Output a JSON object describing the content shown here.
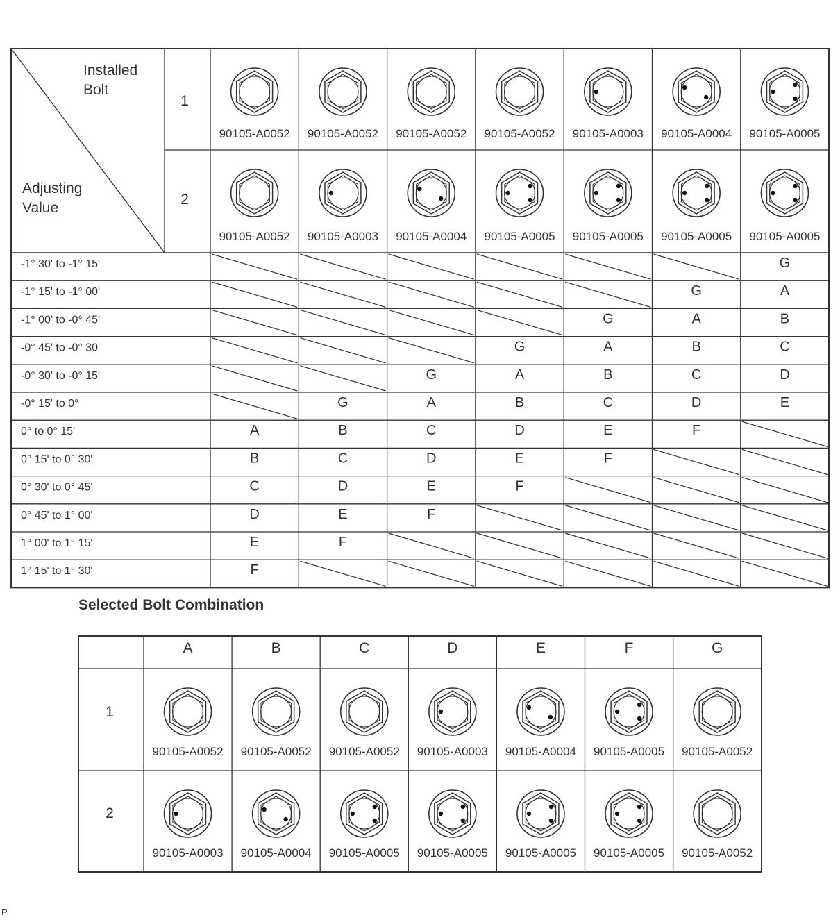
{
  "title": "Selected Bolt Combination",
  "corner": {
    "top": [
      "Installed",
      "Bolt"
    ],
    "bottom": [
      "Adjusting",
      "Value"
    ]
  },
  "row_numbers": [
    "1",
    "2"
  ],
  "installed_bolts": {
    "row1": [
      {
        "part": "90105-A0052",
        "dots": 0
      },
      {
        "part": "90105-A0052",
        "dots": 0
      },
      {
        "part": "90105-A0052",
        "dots": 0
      },
      {
        "part": "90105-A0052",
        "dots": 0
      },
      {
        "part": "90105-A0003",
        "dots": 1
      },
      {
        "part": "90105-A0004",
        "dots": 2
      },
      {
        "part": "90105-A0005",
        "dots": 3
      }
    ],
    "row2": [
      {
        "part": "90105-A0052",
        "dots": 0
      },
      {
        "part": "90105-A0003",
        "dots": 1
      },
      {
        "part": "90105-A0004",
        "dots": 2
      },
      {
        "part": "90105-A0005",
        "dots": 3
      },
      {
        "part": "90105-A0005",
        "dots": 3
      },
      {
        "part": "90105-A0005",
        "dots": 3
      },
      {
        "part": "90105-A0005",
        "dots": 3
      }
    ]
  },
  "adjusting_values": [
    {
      "label": "-1°  30' to -1°  15'",
      "cells": [
        "",
        "",
        "",
        "",
        "",
        "",
        "G"
      ]
    },
    {
      "label": "-1°  15' to -1°  00'",
      "cells": [
        "",
        "",
        "",
        "",
        "",
        "G",
        "A"
      ]
    },
    {
      "label": "-1°  00' to -0°  45'",
      "cells": [
        "",
        "",
        "",
        "",
        "G",
        "A",
        "B"
      ]
    },
    {
      "label": "-0°  45' to -0°  30'",
      "cells": [
        "",
        "",
        "",
        "G",
        "A",
        "B",
        "C"
      ]
    },
    {
      "label": "-0°  30' to -0°  15'",
      "cells": [
        "",
        "",
        "G",
        "A",
        "B",
        "C",
        "D"
      ]
    },
    {
      "label": "-0°  15' to 0°",
      "cells": [
        "",
        "G",
        "A",
        "B",
        "C",
        "D",
        "E"
      ]
    },
    {
      "label": "0°  to 0°  15'",
      "cells": [
        "A",
        "B",
        "C",
        "D",
        "E",
        "F",
        ""
      ]
    },
    {
      "label": "0°  15' to 0°  30'",
      "cells": [
        "B",
        "C",
        "D",
        "E",
        "F",
        "",
        ""
      ]
    },
    {
      "label": "0°  30' to 0°  45'",
      "cells": [
        "C",
        "D",
        "E",
        "F",
        "",
        "",
        ""
      ]
    },
    {
      "label": "0°  45' to 1°  00'",
      "cells": [
        "D",
        "E",
        "F",
        "",
        "",
        "",
        ""
      ]
    },
    {
      "label": "1°  00' to 1°  15'",
      "cells": [
        "E",
        "F",
        "",
        "",
        "",
        "",
        ""
      ]
    },
    {
      "label": "1°  15' to 1°  30'",
      "cells": [
        "F",
        "",
        "",
        "",
        "",
        "",
        ""
      ]
    }
  ],
  "combination": {
    "letters": [
      "A",
      "B",
      "C",
      "D",
      "E",
      "F",
      "G"
    ],
    "row1": [
      {
        "part": "90105-A0052",
        "dots": 0
      },
      {
        "part": "90105-A0052",
        "dots": 0
      },
      {
        "part": "90105-A0052",
        "dots": 0
      },
      {
        "part": "90105-A0003",
        "dots": 1
      },
      {
        "part": "90105-A0004",
        "dots": 2
      },
      {
        "part": "90105-A0005",
        "dots": 3
      },
      {
        "part": "90105-A0052",
        "dots": 0
      }
    ],
    "row2": [
      {
        "part": "90105-A0003",
        "dots": 1
      },
      {
        "part": "90105-A0004",
        "dots": 2
      },
      {
        "part": "90105-A0005",
        "dots": 3
      },
      {
        "part": "90105-A0005",
        "dots": 3
      },
      {
        "part": "90105-A0005",
        "dots": 3
      },
      {
        "part": "90105-A0005",
        "dots": 3
      },
      {
        "part": "90105-A0052",
        "dots": 0
      }
    ]
  },
  "figure_code": "P"
}
